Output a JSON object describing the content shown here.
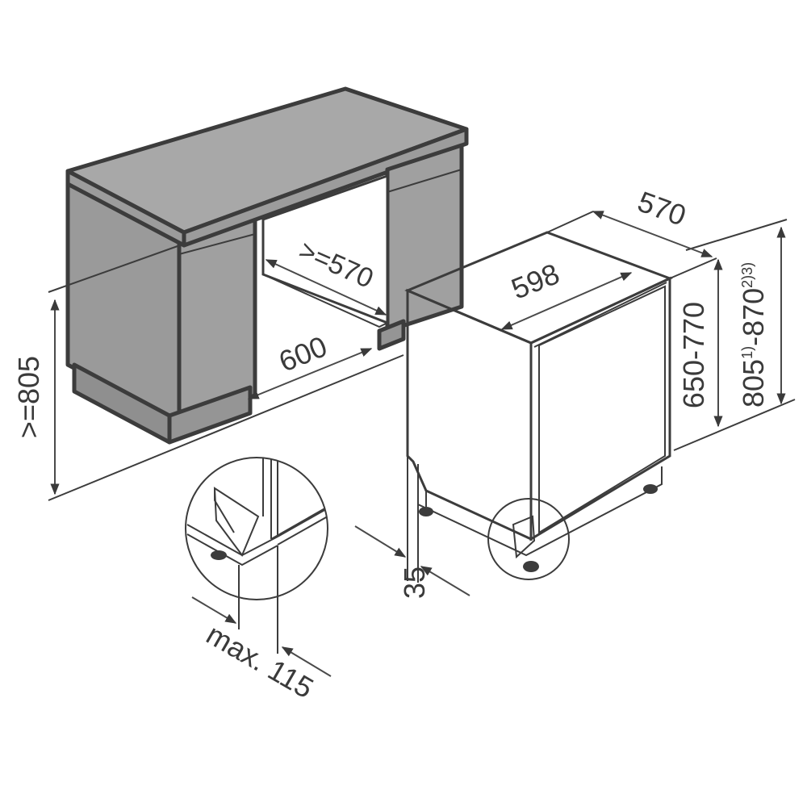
{
  "colors": {
    "cabinet_fill": "#9a9a9a",
    "cabinet_top": "#a6a6a6",
    "edge": "#3c3c3c",
    "text": "#3a3a3a",
    "background": "#ffffff"
  },
  "dimensions": {
    "niche_height": ">=805",
    "niche_width": "600",
    "niche_depth": ">=570",
    "appliance_width": "598",
    "appliance_depth": "570",
    "appliance_height_range": "650-770",
    "total_height_a": "805",
    "total_height_a_sup": "1)",
    "total_height_sep": "-870",
    "total_height_b_sup": "2)3)",
    "plinth_depth": "35",
    "door_overhang_label": "max. 115"
  }
}
